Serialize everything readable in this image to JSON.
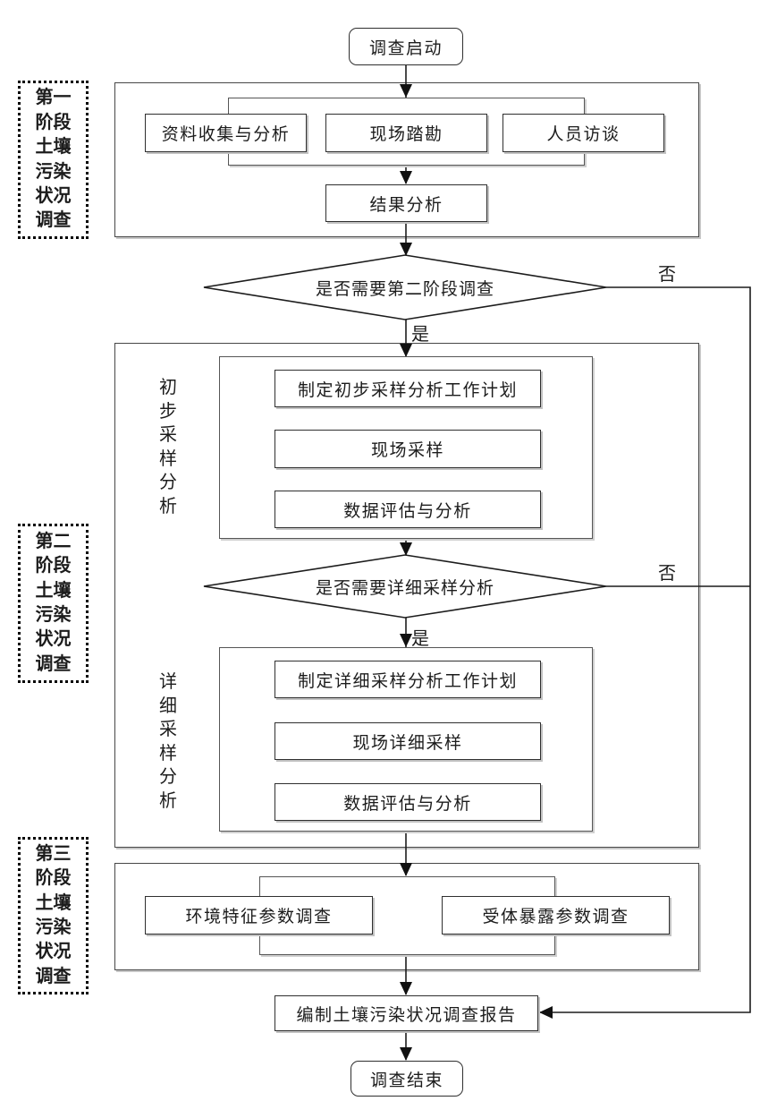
{
  "diagram": {
    "start_label": "调查启动",
    "stage1": {
      "side_label_rows": [
        "第一",
        "阶段",
        "土壤",
        "污染",
        "状况",
        "调查"
      ],
      "box_collect": "资料收集与分析",
      "box_site_survey": "现场踏勘",
      "box_interview": "人员访谈",
      "box_result": "结果分析"
    },
    "decision1": {
      "question": "是否需要第二阶段调查",
      "no_label": "否",
      "yes_label": "是"
    },
    "stage2": {
      "side_label_rows": [
        "第二",
        "阶段",
        "土壤",
        "污染",
        "状况",
        "调查"
      ],
      "preliminary": {
        "group_label_chars": [
          "初",
          "步",
          "采",
          "样",
          "分",
          "析"
        ],
        "step_plan": "制定初步采样分析工作计划",
        "step_sampling": "现场采样",
        "step_evaluation": "数据评估与分析"
      },
      "decision2": {
        "question": "是否需要详细采样分析",
        "no_label": "否",
        "yes_label": "是"
      },
      "detailed": {
        "group_label_chars": [
          "详",
          "细",
          "采",
          "样",
          "分",
          "析"
        ],
        "step_plan": "制定详细采样分析工作计划",
        "step_sampling": "现场详细采样",
        "step_evaluation": "数据评估与分析"
      }
    },
    "stage3": {
      "side_label_rows": [
        "第三",
        "阶段",
        "土壤",
        "污染",
        "状况",
        "调查"
      ],
      "box_env_params": "环境特征参数调查",
      "box_receptor_params": "受体暴露参数调查"
    },
    "report_label": "编制土壤污染状况调查报告",
    "end_label": "调查结束"
  },
  "colors": {
    "ink": "#1c1c1c",
    "node_border": "#2f2f2f",
    "stage_border": "#474747",
    "shadow": "#c7c7c7",
    "background": "#ffffff"
  }
}
